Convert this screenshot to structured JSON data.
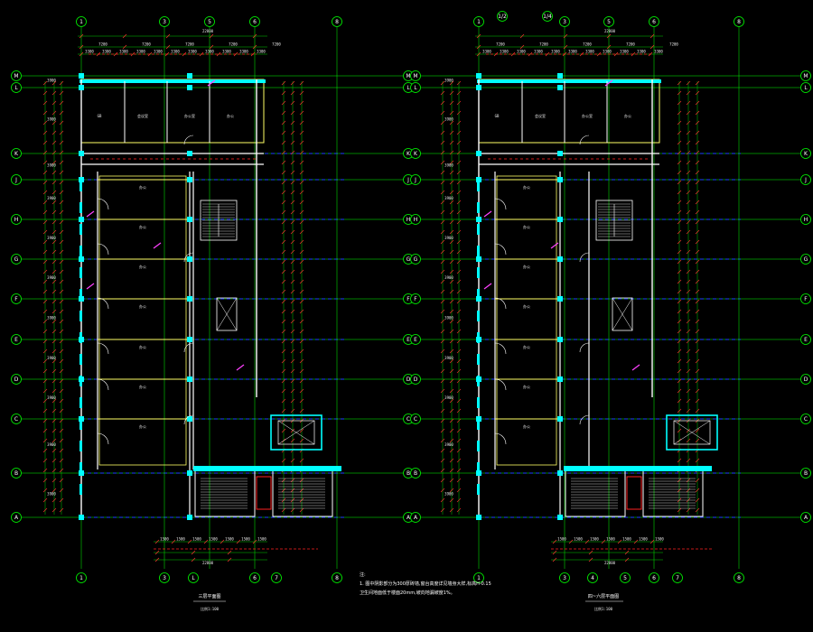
{
  "left_plan": {
    "row_axes": [
      "M",
      "L",
      "K",
      "J",
      "H",
      "G",
      "F",
      "E",
      "D",
      "C",
      "B",
      "A"
    ],
    "col_axes": [
      "1",
      "3",
      "5",
      "6",
      "8"
    ],
    "bottom_col_axes": [
      "1",
      "3",
      "L",
      "6",
      "7",
      "8"
    ],
    "title": "三层平面图",
    "scale": "比例1:100",
    "overall_dim": "22800"
  },
  "right_plan": {
    "row_axes": [
      "M",
      "L",
      "K",
      "J",
      "H",
      "G",
      "F",
      "E",
      "D",
      "C",
      "B",
      "A"
    ],
    "col_axes": [
      "1",
      "3",
      "5",
      "6",
      "8"
    ],
    "top_extra_axes": [
      "1/2",
      "1/4"
    ],
    "bottom_col_axes": [
      "1",
      "3",
      "4",
      "5",
      "6",
      "7",
      "8"
    ],
    "title": "四~六层平面图",
    "scale": "比例1:100",
    "overall_dim": "22800"
  },
  "notes": {
    "heading": "注:",
    "line1": "1. 图中阴影部分为300厚砖墙,窗台高度详见墙身大样,标高H-0.15",
    "line2": "   卫生间地面低于楼面20mm,坡向地漏坡度1%。"
  },
  "colors": {
    "background": "#000000",
    "grid_line": "#00ff00",
    "axis_bubble": "#00ff00",
    "wall": "#ffffff",
    "column": "#00ffff",
    "window": "#00ffff",
    "dim_line": "#00cc00",
    "dim_tick": "#ff3030",
    "room_line": "#ffff66",
    "blue_line": "#2040ff",
    "magenta": "#ff40ff",
    "red_line": "#ff2020"
  },
  "icons": {
    "stair": "stair-icon",
    "elevator": "elevator-icon",
    "door": "door-swing-icon"
  }
}
